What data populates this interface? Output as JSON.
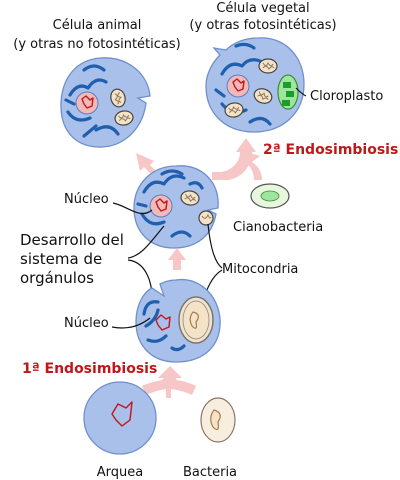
{
  "labels": {
    "animal_cell": "Célula animal",
    "animal_cell_sub": "(y otras no fotosintéticas)",
    "plant_cell": "Célula vegetal",
    "plant_cell_sub": "(y otras fotosintéticas)",
    "chloroplast": "Cloroplasto",
    "second_endosymbiosis": "2ª Endosimbiosis",
    "nucleus_upper": "Núcleo",
    "cyanobacteria": "Cianobacteria",
    "organelle_dev_line1": "Desarrollo del",
    "organelle_dev_line2": "sistema de",
    "organelle_dev_line3": "orgánulos",
    "mitochondria": "Mitocondria",
    "nucleus_lower": "Núcleo",
    "first_endosymbiosis": "1ª Endosimbiosis",
    "archaea": "Arquea",
    "bacteria": "Bacteria"
  },
  "colors": {
    "cell_fill": "#a9c0ea",
    "endomembrane": "#1f5fb0",
    "nucleus_fill": "#f3b8b8",
    "dna": "#c0171b",
    "mitochondria_fill": "#f4e3c7",
    "chloroplast_fill": "#9ee59e",
    "chloroplast_thylakoid": "#1a9e2a",
    "arrow": "#f7c6c6",
    "highlight_text": "#c0171b"
  }
}
